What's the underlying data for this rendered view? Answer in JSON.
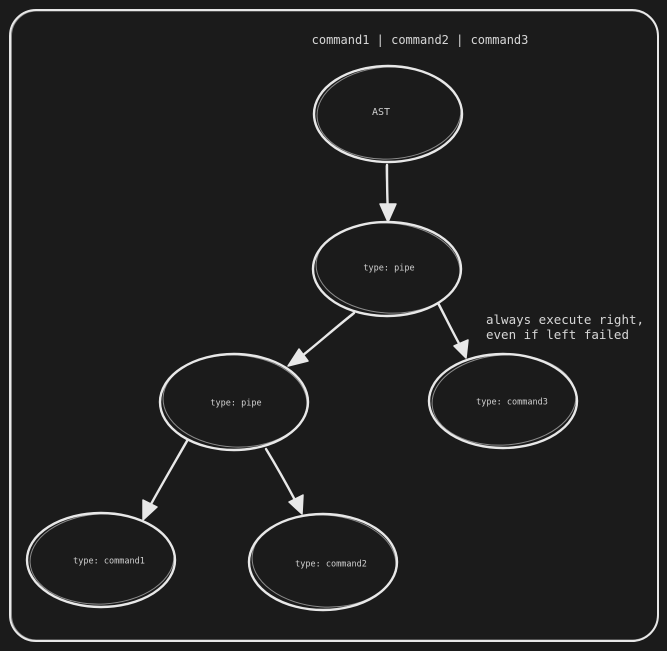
{
  "header_text": "command1 | command2 | command3",
  "nodes": {
    "root": "AST",
    "pipe_top": "type: pipe",
    "command3": "type: command3",
    "pipe_left": "type: pipe",
    "command1": "type: command1",
    "command2": "type: command2"
  },
  "annotation": {
    "line1": "always execute right,",
    "line2": "even if left failed"
  },
  "colors": {
    "background": "#1b1b1b",
    "stroke": "#e8e8e8",
    "text": "#cfcfcf"
  }
}
